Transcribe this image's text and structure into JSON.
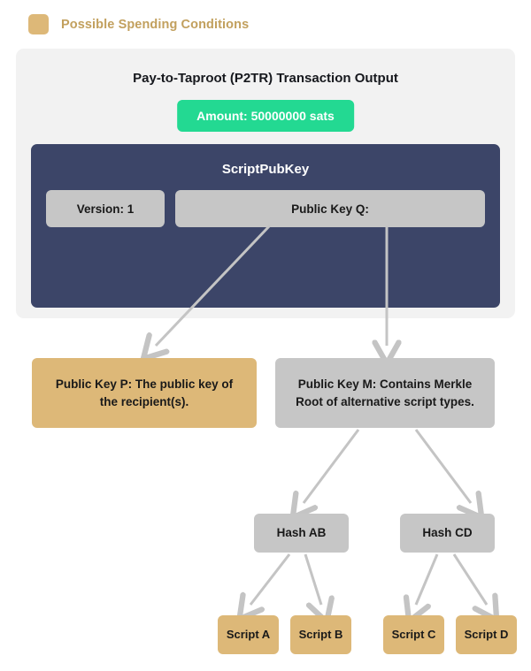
{
  "legend": {
    "swatch_color": "#ddb878",
    "label": "Possible Spending Conditions"
  },
  "transaction": {
    "title": "Pay-to-Taproot (P2TR) Transaction Output",
    "amount_badge": "Amount: 50000000 sats",
    "amount_color": "#23d992",
    "panel_color": "#f2f2f2",
    "scriptpubkey": {
      "title": "ScriptPubKey",
      "box_color": "#3c4568",
      "fields": [
        {
          "label": "Version: 1"
        },
        {
          "label": "Public Key Q:"
        }
      ]
    }
  },
  "tree": {
    "key_path": {
      "label": "Public Key P: The public key of the recipient(s).",
      "color": "#ddb878"
    },
    "script_path": {
      "label": "Public Key M: Contains Merkle Root of alternative script types.",
      "color": "#c6c6c6"
    },
    "hashes": [
      {
        "label": "Hash AB"
      },
      {
        "label": "Hash CD"
      }
    ],
    "scripts": [
      {
        "label": "Script A"
      },
      {
        "label": "Script B"
      },
      {
        "label": "Script C"
      },
      {
        "label": "Script D"
      }
    ],
    "arrow_color": "#c4c4c4"
  }
}
